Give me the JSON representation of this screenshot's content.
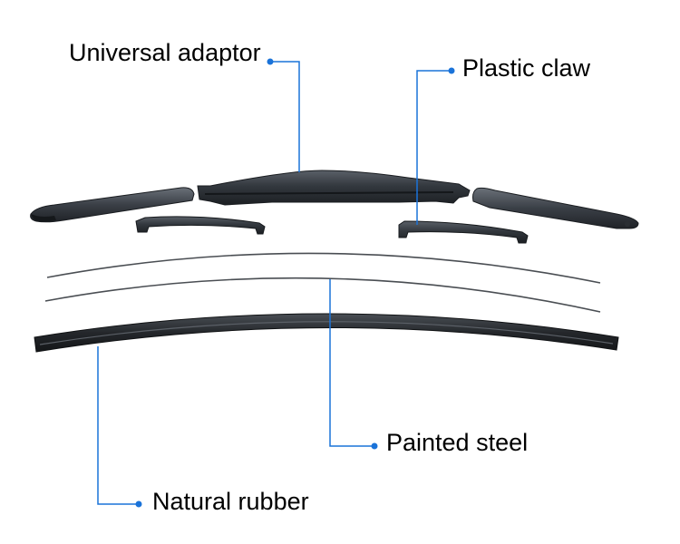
{
  "accent_color": "#1a73d9",
  "labels": {
    "universal_adaptor": "Universal adaptor",
    "plastic_claw": "Plastic claw",
    "painted_steel": "Painted steel",
    "natural_rubber": "Natural rubber"
  }
}
